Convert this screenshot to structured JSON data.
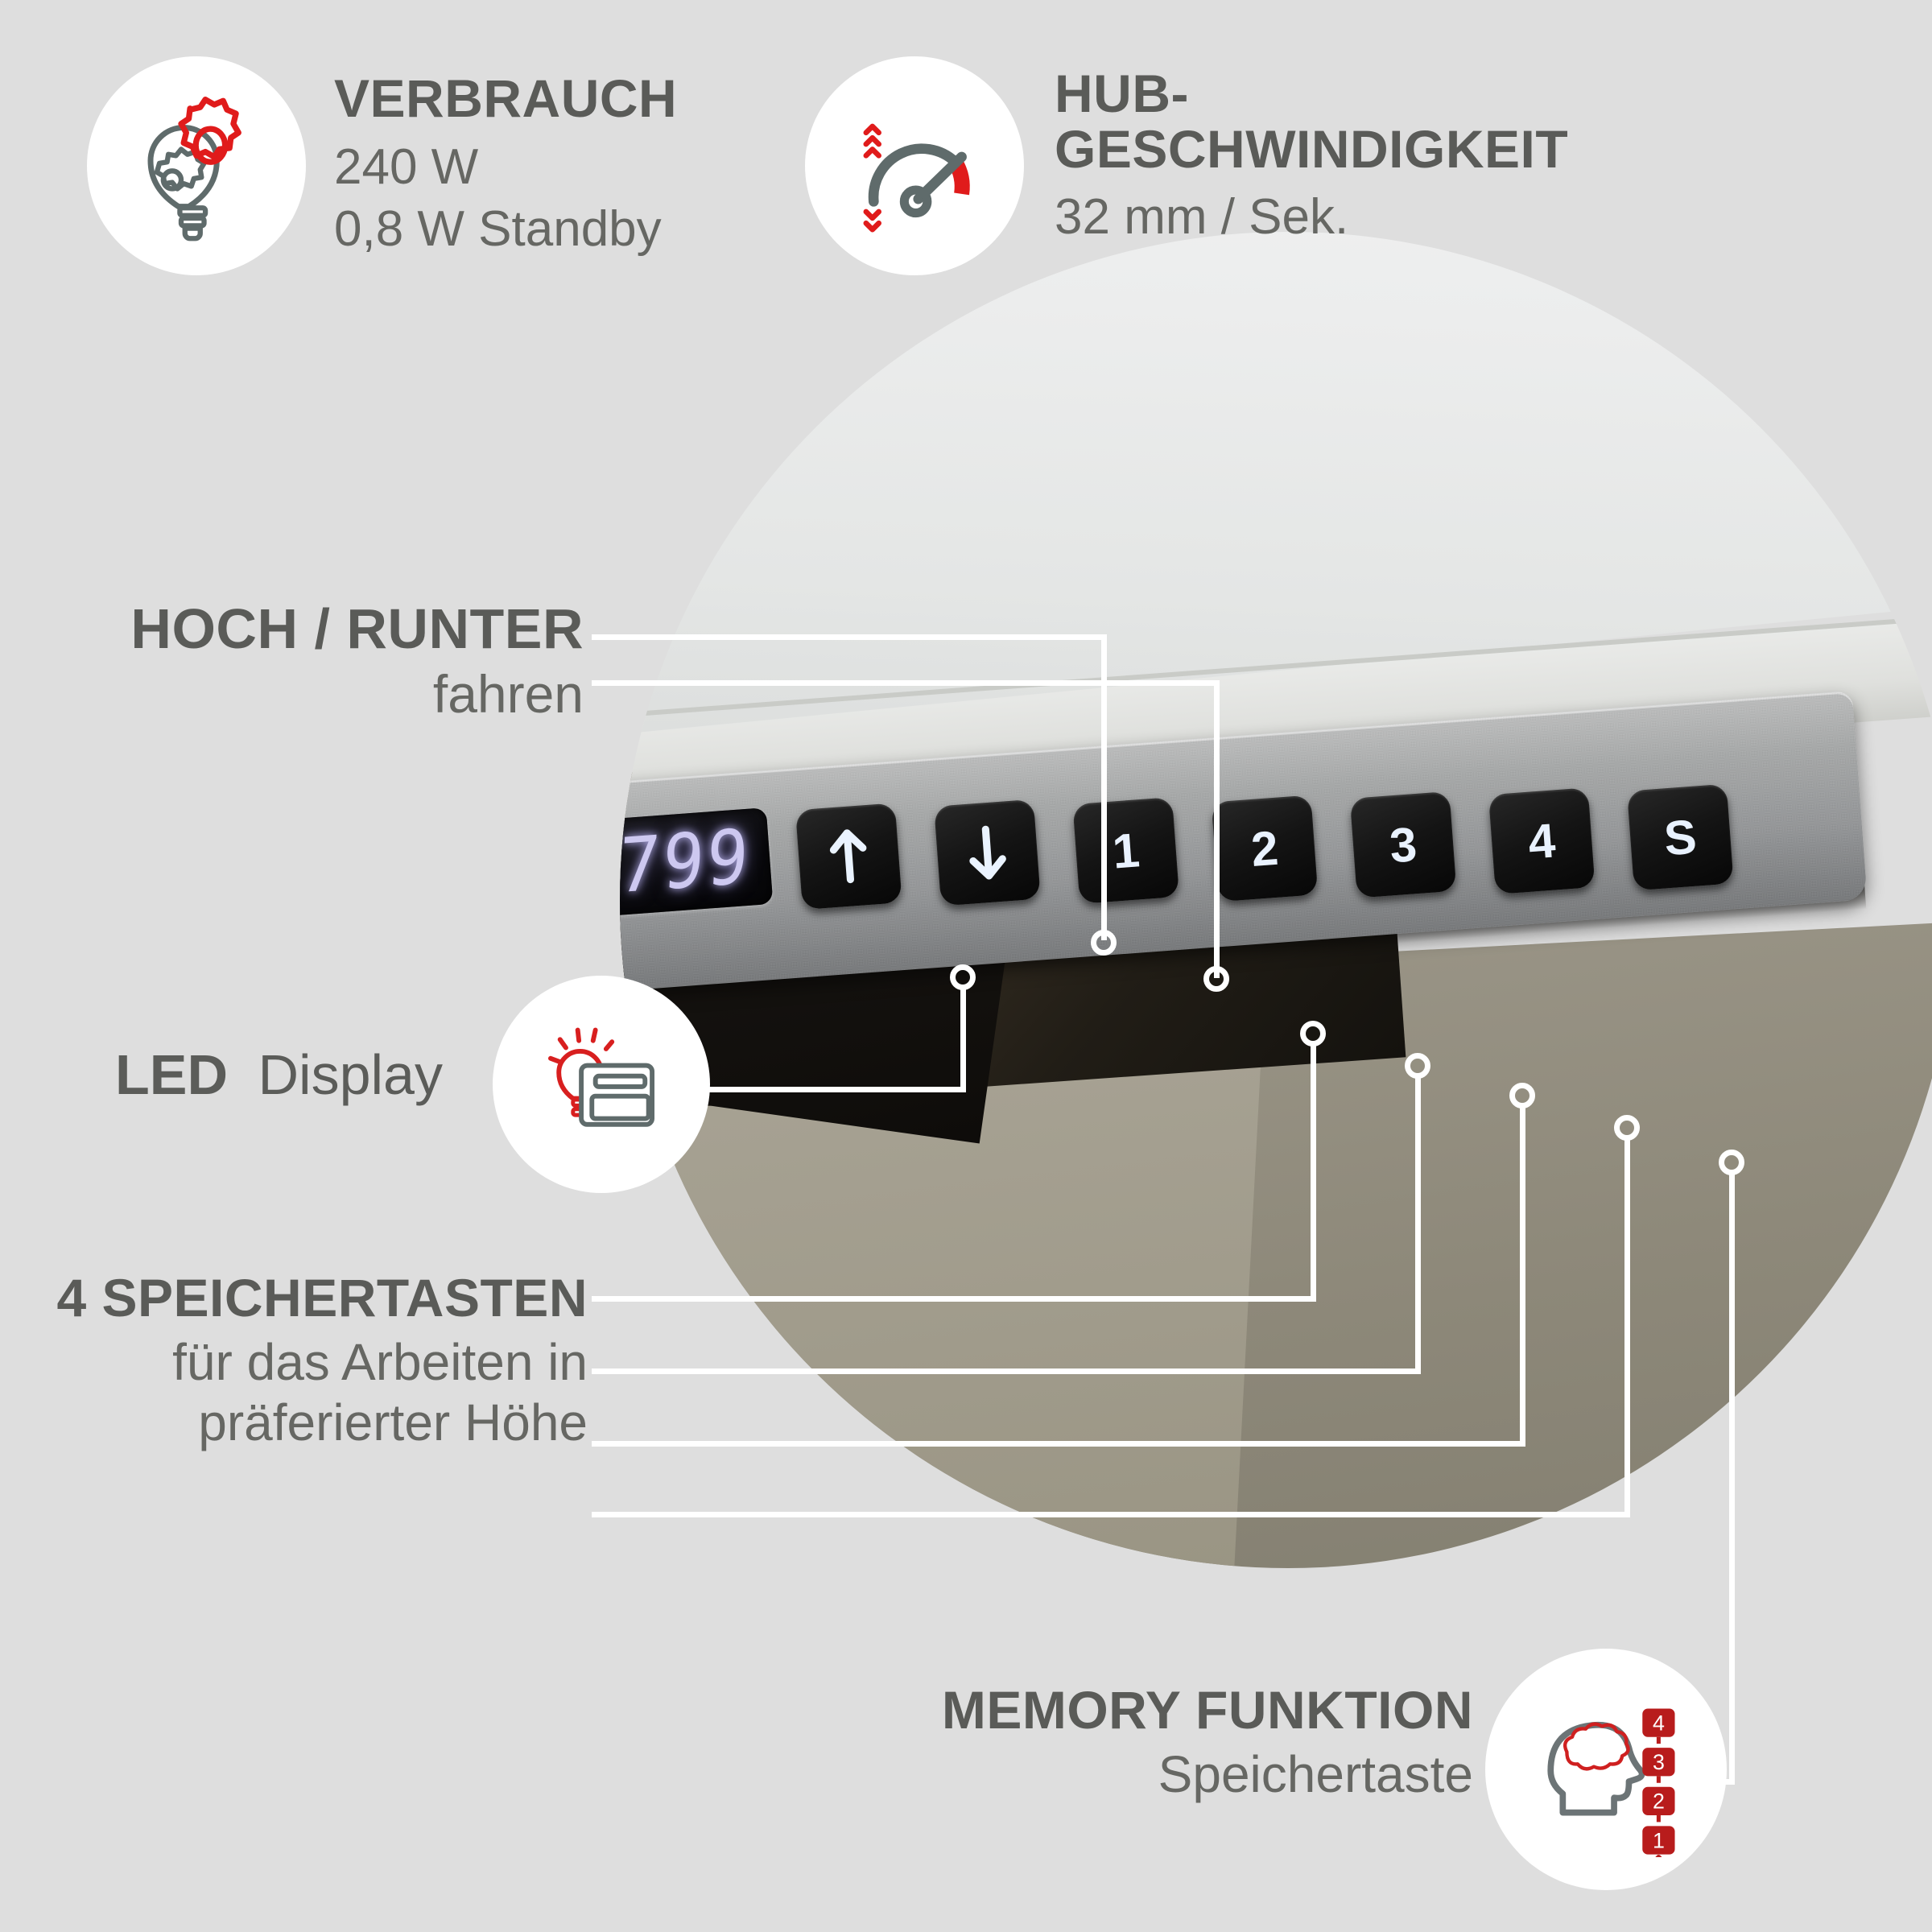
{
  "background_color": "#dedede",
  "accent_color": "#d32020",
  "text_color": "#5a5b58",
  "features": {
    "consumption": {
      "title": "VERBRAUCH",
      "line1": "240 W",
      "line2": "0,8 W Standby",
      "icon": "lightbulb-gear-icon"
    },
    "lift_speed": {
      "title_line1": "HUB-",
      "title_line2": "GESCHWINDIGKEIT",
      "value": "32 mm / Sek.",
      "icon": "speedometer-icon"
    }
  },
  "callouts": {
    "up_down": {
      "title": "HOCH / RUNTER",
      "subtitle": "fahren"
    },
    "led_display": {
      "bold": "LED",
      "light": "Display",
      "icon": "lightbulb-display-icon"
    },
    "memory_keys": {
      "title": "4 SPEICHERTASTEN",
      "line1": "für das Arbeiten in",
      "line2": "präferierter Höhe"
    },
    "memory_function": {
      "title": "MEMORY FUNKTION",
      "subtitle": "Speichertaste",
      "icon": "head-memory-icon",
      "levels": [
        "4",
        "3",
        "2",
        "1"
      ]
    }
  },
  "control_panel": {
    "display_value": "799",
    "keys": [
      {
        "id": "up",
        "label": "",
        "icon": "arrow-up-icon"
      },
      {
        "id": "down",
        "label": "",
        "icon": "arrow-down-icon"
      },
      {
        "id": "m1",
        "label": "1",
        "icon": ""
      },
      {
        "id": "m2",
        "label": "2",
        "icon": ""
      },
      {
        "id": "m3",
        "label": "3",
        "icon": ""
      },
      {
        "id": "m4",
        "label": "4",
        "icon": ""
      },
      {
        "id": "save",
        "label": "S",
        "icon": ""
      }
    ]
  }
}
